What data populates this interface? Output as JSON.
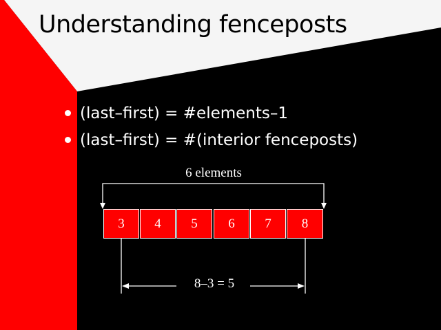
{
  "slide": {
    "title": "Understanding fenceposts",
    "bullets": [
      "(last–first) =  #elements–1",
      "(last–first) = #(interior fenceposts)"
    ],
    "colors": {
      "background": "#000000",
      "accent": "#ff0000",
      "header": "#f5f5f5"
    }
  },
  "diagram": {
    "top_label": "6 elements",
    "cells": [
      "3",
      "4",
      "5",
      "6",
      "7",
      "8"
    ],
    "bottom_label": "8–3 = 5"
  }
}
